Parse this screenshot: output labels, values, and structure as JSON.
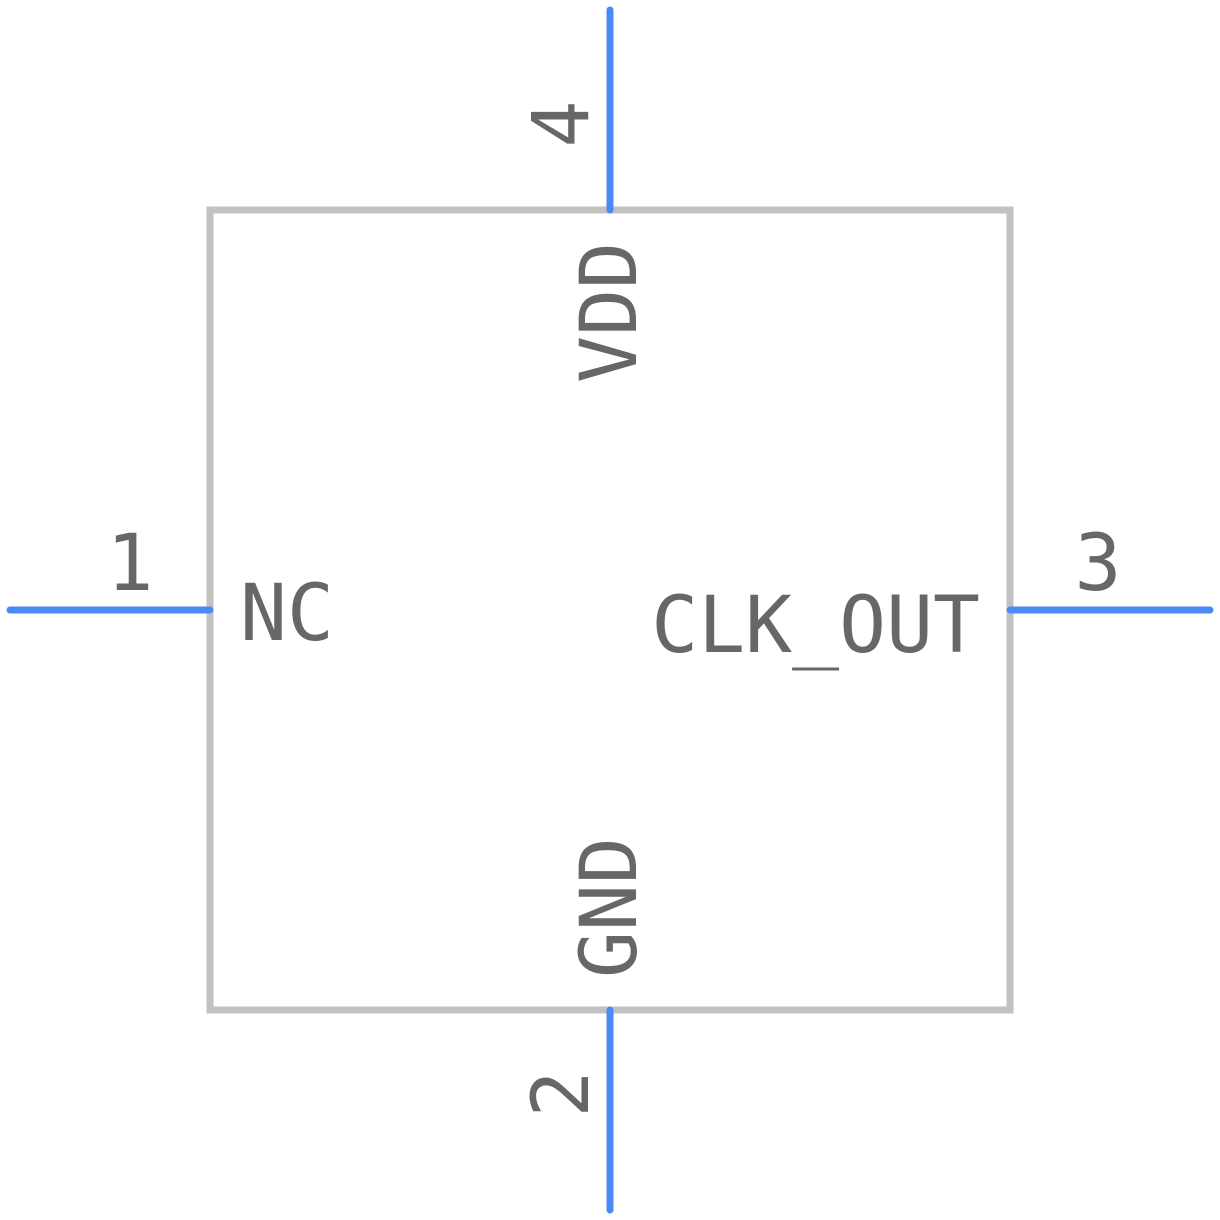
{
  "colors": {
    "pin": "#4a8af4",
    "body": "#c2c2c2",
    "text": "#676767",
    "background": "#ffffff"
  },
  "component": {
    "pins": [
      {
        "number": "1",
        "name": "NC",
        "side": "left"
      },
      {
        "number": "2",
        "name": "GND",
        "side": "bottom"
      },
      {
        "number": "3",
        "name": "CLK_OUT",
        "side": "right"
      },
      {
        "number": "4",
        "name": "VDD",
        "side": "top"
      }
    ]
  }
}
